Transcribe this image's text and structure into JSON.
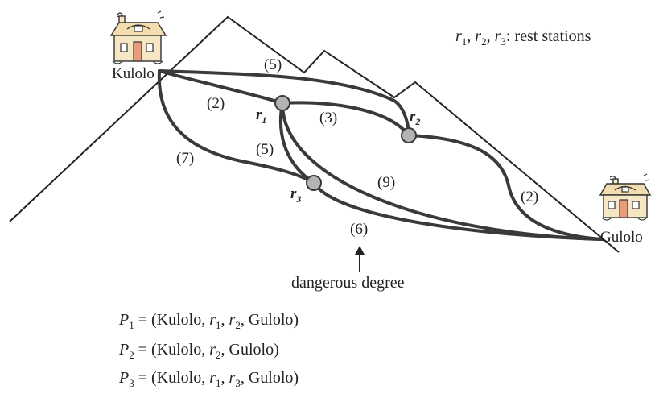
{
  "legend": {
    "r1": "r",
    "r1_sub": "1",
    "r2": "r",
    "r2_sub": "2",
    "r3": "r",
    "r3_sub": "3",
    "text": ": rest stations"
  },
  "towns": {
    "start": "Kulolo",
    "end": "Gulolo"
  },
  "stations": [
    {
      "id": "r1",
      "label": "r",
      "sub": "1"
    },
    {
      "id": "r2",
      "label": "r",
      "sub": "2"
    },
    {
      "id": "r3",
      "label": "r",
      "sub": "3"
    }
  ],
  "edge_weights": {
    "kulolo_r2": "(5)",
    "kulolo_r1": "(2)",
    "r1_r2": "(3)",
    "kulolo_r3": "(7)",
    "r1_r3": "(5)",
    "r1_gulolo": "(9)",
    "r3_gulolo": "(6)",
    "r2_gulolo": "(2)"
  },
  "annotation": {
    "arrow_label": "dangerous degree"
  },
  "paths": [
    {
      "name": "P",
      "sub": "1",
      "eq": " = (Kulolo, ",
      "items": [
        {
          "v": "r",
          "s": "1"
        },
        {
          "v": "r",
          "s": "2"
        }
      ],
      "end": "Gulolo)"
    },
    {
      "name": "P",
      "sub": "2",
      "eq": " = (Kulolo, ",
      "items": [
        {
          "v": "r",
          "s": "2"
        }
      ],
      "end": "Gulolo)"
    },
    {
      "name": "P",
      "sub": "3",
      "eq": " = (Kulolo, ",
      "items": [
        {
          "v": "r",
          "s": "1"
        },
        {
          "v": "r",
          "s": "3"
        }
      ],
      "end": "Gulolo)"
    }
  ]
}
